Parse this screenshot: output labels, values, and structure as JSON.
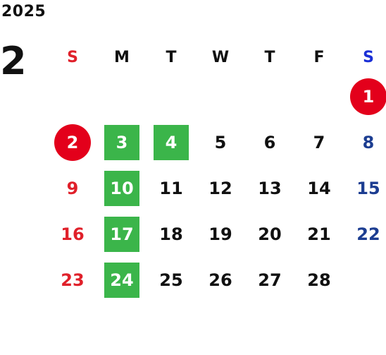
{
  "calendar": {
    "year": "2025",
    "month": "2",
    "weekdays": [
      "S",
      "M",
      "T",
      "W",
      "T",
      "F",
      "S"
    ],
    "colors": {
      "sunday": "#e0202a",
      "saturday": "#1c3d91",
      "holiday_circle": "#e3001b",
      "highlight_square": "#3bb54a"
    },
    "weeks": [
      [
        {
          "day": ""
        },
        {
          "day": ""
        },
        {
          "day": ""
        },
        {
          "day": ""
        },
        {
          "day": ""
        },
        {
          "day": ""
        },
        {
          "day": "1",
          "mark": "holiday"
        }
      ],
      [
        {
          "day": "2",
          "mark": "holiday"
        },
        {
          "day": "3",
          "mark": "highlight"
        },
        {
          "day": "4",
          "mark": "highlight"
        },
        {
          "day": "5"
        },
        {
          "day": "6"
        },
        {
          "day": "7"
        },
        {
          "day": "8"
        }
      ],
      [
        {
          "day": "9"
        },
        {
          "day": "10",
          "mark": "highlight"
        },
        {
          "day": "11"
        },
        {
          "day": "12"
        },
        {
          "day": "13"
        },
        {
          "day": "14"
        },
        {
          "day": "15"
        }
      ],
      [
        {
          "day": "16"
        },
        {
          "day": "17",
          "mark": "highlight"
        },
        {
          "day": "18"
        },
        {
          "day": "19"
        },
        {
          "day": "20"
        },
        {
          "day": "21"
        },
        {
          "day": "22"
        }
      ],
      [
        {
          "day": "23"
        },
        {
          "day": "24",
          "mark": "highlight"
        },
        {
          "day": "25"
        },
        {
          "day": "26"
        },
        {
          "day": "27"
        },
        {
          "day": "28"
        },
        {
          "day": ""
        }
      ]
    ]
  }
}
